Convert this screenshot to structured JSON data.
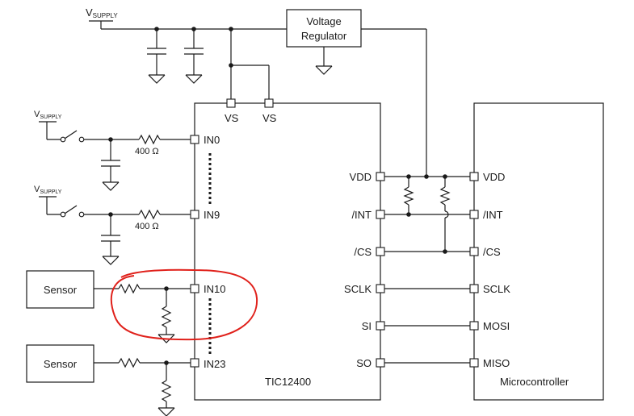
{
  "labels": {
    "vsupply_main": "V",
    "vsupply_sub": "SUPPLY",
    "voltage_regulator_line1": "Voltage",
    "voltage_regulator_line2": "Regulator",
    "vs1": "VS",
    "vs2": "VS",
    "in0": "IN0",
    "in9": "IN9",
    "in10": "IN10",
    "in23": "IN23",
    "res_400_a": "400 Ω",
    "res_400_b": "400 Ω",
    "sensor1": "Sensor",
    "sensor2": "Sensor",
    "tic_vdd": "VDD",
    "tic_int": "/INT",
    "tic_cs": "/CS",
    "tic_sclk": "SCLK",
    "tic_si": "SI",
    "tic_so": "SO",
    "mc_vdd": "VDD",
    "mc_int": "/INT",
    "mc_cs": "/CS",
    "mc_sclk": "SCLK",
    "mc_mosi": "MOSI",
    "mc_miso": "MISO",
    "tic_name": "TIC12400",
    "mc_name": "Microcontroller"
  },
  "colors": {
    "wire": "#1a1a1a",
    "highlight": "#e0211b"
  }
}
